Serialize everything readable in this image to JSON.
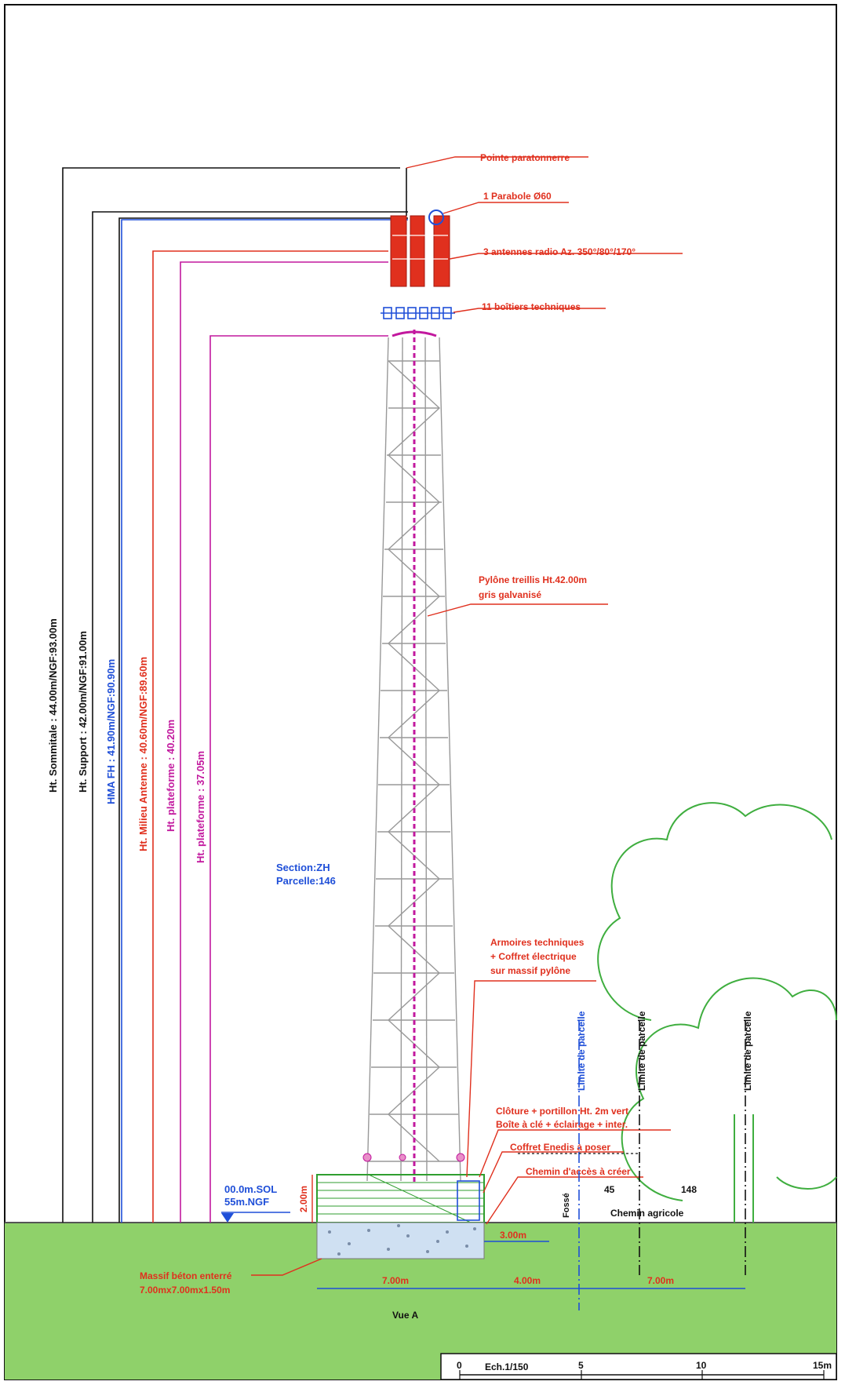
{
  "colors": {
    "red": "#e0301e",
    "blue": "#1f4fd8",
    "magenta": "#c2189e",
    "green_ground": "#8fd16a",
    "fence": "#2f9e2f",
    "tree": "#3fae3f",
    "black": "#111111"
  },
  "callouts": {
    "paratonnerre": "Pointe paratonnerre",
    "parabole": "1 Parabole Ø60",
    "antennes": "3 antennes radio Az. 350°/80°/170°",
    "boitiers": "11 boîtiers techniques",
    "pylone_1": "Pylône treillis Ht.42.00m",
    "pylone_2": "gris galvanisé",
    "armoires_1": "Armoires techniques",
    "armoires_2": "+ Coffret électrique",
    "armoires_3": "sur massif pylône",
    "cloture_1": "Clôture + portillon Ht. 2m vert",
    "cloture_2": "Boîte à clé + éclairage + inter.",
    "enedis": "Coffret Enedis à poser",
    "chemin_acces": "Chemin d'accès à créer",
    "massif_1": "Massif béton enterré",
    "massif_2": "7.00mx7.00mx1.50m"
  },
  "heights": {
    "sommitale": "Ht. Sommitale : 44.00m/NGF:93.00m",
    "support": "Ht. Support : 42.00m/NGF:91.00m",
    "hma": "HMA FH : 41.90m/NGF:90.90m",
    "milieu": "Ht. Milieu Antenne : 40.60m/NGF:89.60m",
    "plateforme1": "Ht. plateforme : 40.20m",
    "plateforme2": "Ht. plateforme : 37.05m"
  },
  "section": {
    "line1": "Section:ZH",
    "line2": "Parcelle:146"
  },
  "ground_level": {
    "sol": "00.0m.SOL",
    "ngf": "55m.NGF"
  },
  "dimensions": {
    "fence_height": "2.00m",
    "d_300": "3.00m",
    "d_700_left": "7.00m",
    "d_400": "4.00m",
    "d_700_right": "7.00m"
  },
  "limits": {
    "limite_1": "Limite de parcelle",
    "limite_2": "Limite de parcelle",
    "limite_3": "Limite de parcelle",
    "fosse": "Fossé"
  },
  "parcels": {
    "p45": "45",
    "p148": "148",
    "chemin_agricole": "Chemin agricole"
  },
  "view_label": "Vue A",
  "scale": {
    "label": "Ech.1/150",
    "t0": "0",
    "t5": "5",
    "t10": "10",
    "t15": "15m"
  }
}
